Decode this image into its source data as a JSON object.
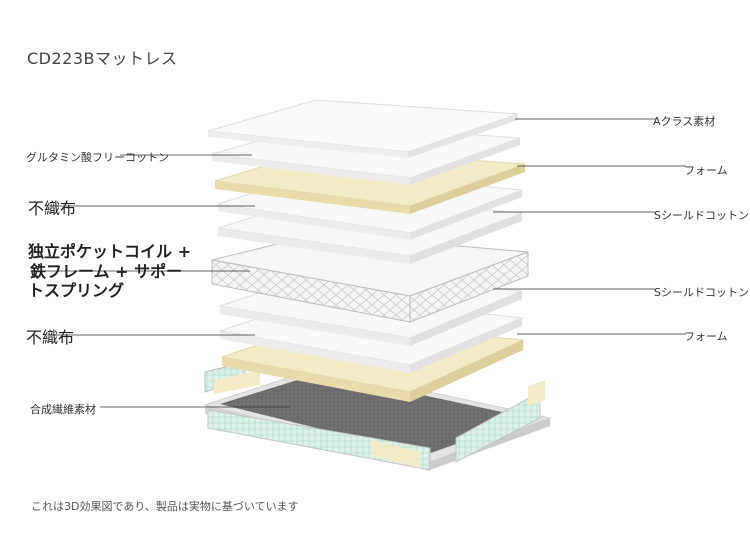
{
  "title": "CD223Bマットレス",
  "footnote": "これは3D効果図であり、製品は実物に基づいています",
  "left_labels": [
    {
      "id": "glutamine",
      "text": "グルタミン酸フリーコットン"
    },
    {
      "id": "nonwoven-1",
      "text": "不織布"
    },
    {
      "id": "spring-line-1",
      "text": "独立ポケットコイル +"
    },
    {
      "id": "spring-line-2",
      "text": "鉄フレーム + サポー"
    },
    {
      "id": "spring-line-3",
      "text": "トスプリング"
    },
    {
      "id": "nonwoven-2",
      "text": "不織布"
    },
    {
      "id": "synthetic",
      "text": "合成繊維素材"
    }
  ],
  "right_labels": [
    {
      "id": "a-class",
      "text": "Aクラス素材"
    },
    {
      "id": "foam-1",
      "text": "フォーム"
    },
    {
      "id": "s-shield-1",
      "text": "Sシールドコットン"
    },
    {
      "id": "s-shield-2",
      "text": "Sシールドコットン"
    },
    {
      "id": "foam-2",
      "text": "フォーム"
    }
  ],
  "colors": {
    "white_layer": "#f7f7f7",
    "foam": "#f3ebc6",
    "spring": "#eeeeee",
    "base": "#6f6f6f",
    "frame_green": "#dff2ea",
    "leader": "#333333"
  }
}
